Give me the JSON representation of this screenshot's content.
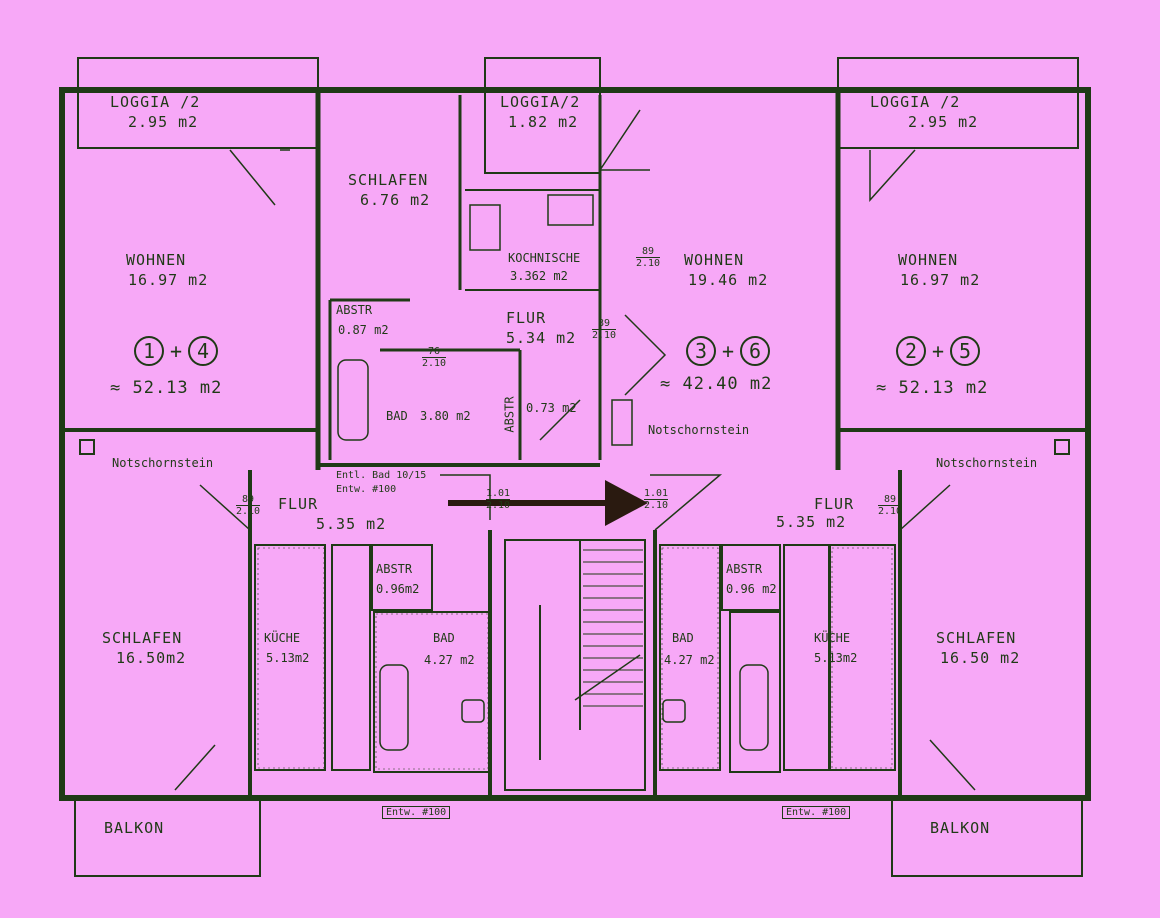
{
  "colors": {
    "paper": "#f7a8f7",
    "ink": "#1f3a16",
    "arrow": "#2a1a10"
  },
  "units": {
    "left": {
      "loggia": {
        "name": "LOGGIA /2",
        "area": "2.95 m2"
      },
      "wohnen": {
        "name": "WOHNEN",
        "area": "16.97 m2"
      },
      "unit_a": "1",
      "unit_b": "4",
      "total": "≈ 52.13 m2",
      "notschornstein": "Notschornstein",
      "flur": {
        "name": "FLUR",
        "area": "5.35 m2"
      },
      "schlafen": {
        "name": "SCHLAFEN",
        "area": "16.50m2"
      },
      "kueche": {
        "name": "KÜCHE",
        "area": "5.13m2"
      },
      "abstr": {
        "name": "ABSTR",
        "area": "0.96m2"
      },
      "bad": {
        "name": "BAD",
        "area": "4.27 m2"
      },
      "balkon": "BALKON"
    },
    "middle": {
      "loggia": {
        "name": "LOGGIA/2",
        "area": "1.82 m2"
      },
      "schlafen": {
        "name": "SCHLAFEN",
        "area": "6.76 m2"
      },
      "kochnische": {
        "name": "KOCHNISCHE",
        "area": "3.362 m2"
      },
      "wohnen": {
        "name": "WOHNEN",
        "area": "19.46 m2"
      },
      "abstr": {
        "name": "ABSTR",
        "area": "0.87 m2"
      },
      "flur": {
        "name": "FLUR",
        "area": "5.34 m2"
      },
      "unit_a": "3",
      "unit_b": "6",
      "total": "≈ 42.40 m2",
      "bad": {
        "name": "BAD",
        "area": "3.80 m2"
      },
      "abstr2": {
        "name": "ABSTR",
        "area": "0.73 m2"
      },
      "notschornstein": "Notschornstein",
      "entl": "Entl. Bad 10/15",
      "entw": "Entw. #100"
    },
    "right": {
      "loggia": {
        "name": "LOGGIA /2",
        "area": "2.95 m2"
      },
      "wohnen": {
        "name": "WOHNEN",
        "area": "16.97 m2"
      },
      "unit_a": "2",
      "unit_b": "5",
      "total": "≈ 52.13 m2",
      "notschornstein": "Notschornstein",
      "flur": {
        "name": "FLUR",
        "area": "5.35 m2"
      },
      "schlafen": {
        "name": "SCHLAFEN",
        "area": "16.50 m2"
      },
      "kueche": {
        "name": "KÜCHE",
        "area": "5.13m2"
      },
      "abstr": {
        "name": "ABSTR",
        "area": "0.96 m2"
      },
      "bad": {
        "name": "BAD",
        "area": "4.27 m2"
      },
      "balkon": "BALKON"
    }
  },
  "door_dims": {
    "d1": {
      "w": "89",
      "h": "2.10"
    },
    "d2": {
      "w": "1.01",
      "h": "2.10"
    },
    "d3": {
      "w": "76",
      "h": "2.10"
    }
  },
  "entw_left": "Entw. #100",
  "entw_right": "Entw. #100"
}
